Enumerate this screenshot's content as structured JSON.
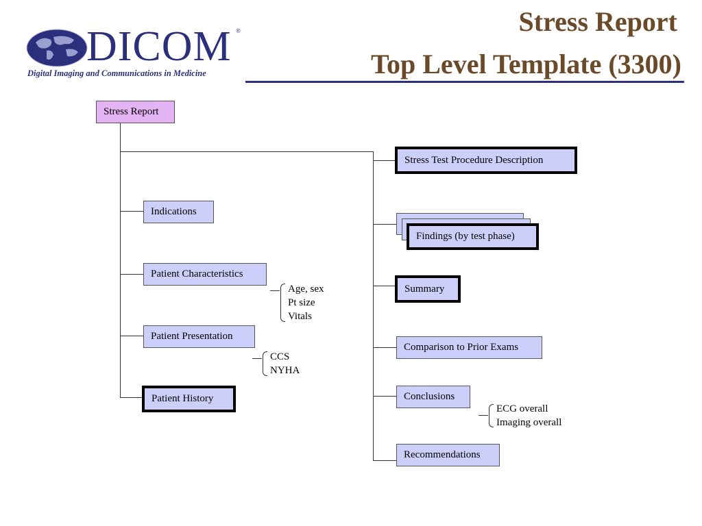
{
  "header": {
    "title_line1": "Stress Report",
    "title_line2": "Top Level Template (3300)",
    "logo_text": "DICOM",
    "logo_registered": "®",
    "logo_tagline": "Digital Imaging and Communications in Medicine"
  },
  "diagram": {
    "root": "Stress Report",
    "left_children": [
      "Indications",
      "Patient Characteristics",
      "Patient Presentation",
      "Patient History"
    ],
    "right_children": [
      "Stress Test Procedure Description",
      "Findings (by test phase)",
      "Summary",
      "Comparison to Prior Exams",
      "Conclusions",
      "Recommendations"
    ],
    "notes": {
      "patient_characteristics": [
        "Age, sex",
        "Pt size",
        "Vitals"
      ],
      "patient_presentation": [
        "CCS",
        "NYHA"
      ],
      "conclusions": [
        "ECG overall",
        "Imaging overall"
      ]
    }
  },
  "colors": {
    "node_fill": "#cccff9",
    "root_fill": "#e3b3f3",
    "title": "#6b4a2a",
    "logo": "#2b2f7c"
  }
}
